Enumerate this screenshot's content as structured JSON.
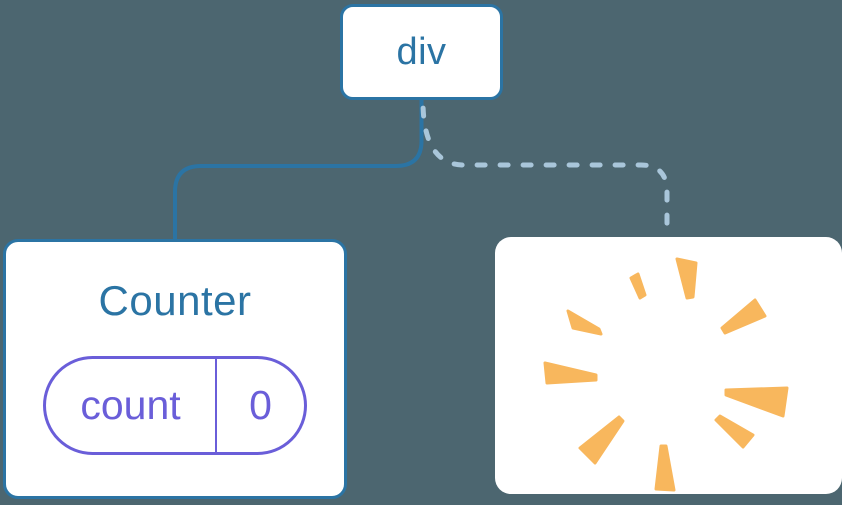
{
  "tree": {
    "root": {
      "label": "div"
    },
    "counter": {
      "title": "Counter",
      "state": {
        "key": "count",
        "value": "0"
      }
    },
    "removed": {
      "icon": "poof-icon"
    }
  },
  "edges": [
    {
      "from": "div",
      "to": "Counter",
      "style": "solid"
    },
    {
      "from": "div",
      "to": "removed",
      "style": "dashed"
    }
  ],
  "colors": {
    "canvas-bg": "#4C6670",
    "node-bg": "#FFFFFF",
    "stroke-blue": "#2B74A4",
    "state-purple": "#6A5ED9",
    "edge-dashed": "#A9C6DA",
    "poof-orange": "#F8B75D"
  }
}
